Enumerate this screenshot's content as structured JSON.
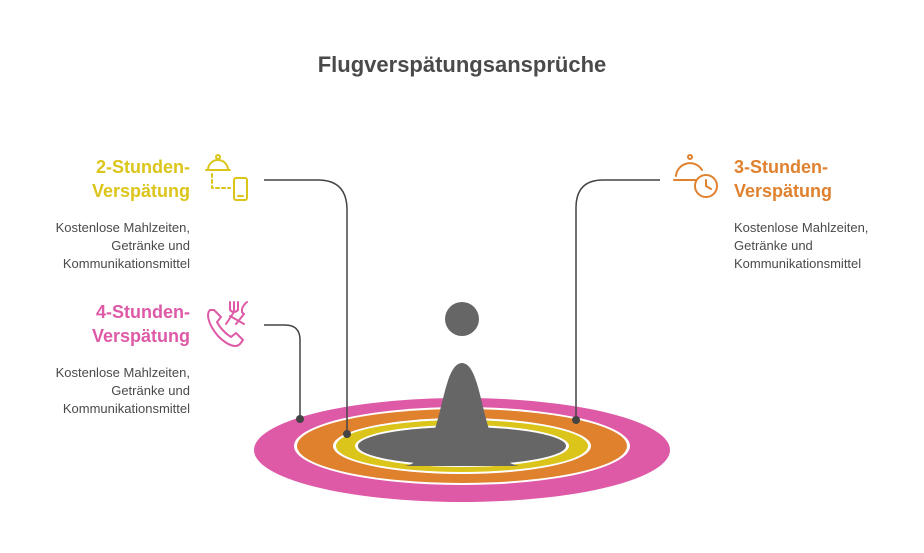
{
  "title": "Flugverspätungsansprüche",
  "colors": {
    "yellow": "#dcc51a",
    "orange": "#e0812e",
    "pink": "#de5aa7",
    "dark": "#666666",
    "line": "#444444"
  },
  "items": [
    {
      "heading_line1": "2-Stunden-",
      "heading_line2": "Verspätung",
      "desc_line1": "Kostenlose Mahlzeiten,",
      "desc_line2": "Getränke und",
      "desc_line3": "Kommunikationsmittel",
      "color": "#dcc51a",
      "icon": "meal-phone-icon"
    },
    {
      "heading_line1": "3-Stunden-",
      "heading_line2": "Verspätung",
      "desc_line1": "Kostenlose Mahlzeiten,",
      "desc_line2": "Getränke und",
      "desc_line3": "Kommunikationsmittel",
      "color": "#e0812e",
      "icon": "meal-clock-icon"
    },
    {
      "heading_line1": "4-Stunden-",
      "heading_line2": "Verspätung",
      "desc_line1": "Kostenlose Mahlzeiten,",
      "desc_line2": "Getränke und",
      "desc_line3": "Kommunikationsmittel",
      "color": "#de5aa7",
      "icon": "phone-cutlery-icon"
    }
  ]
}
